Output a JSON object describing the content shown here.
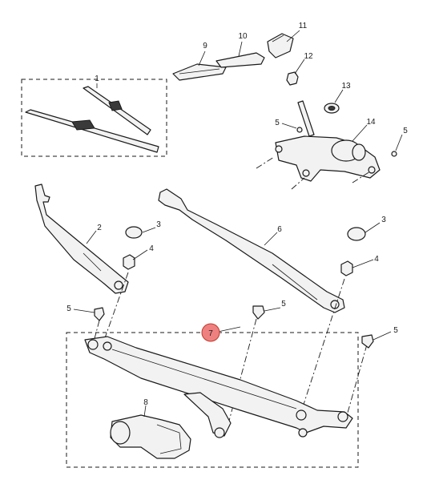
{
  "callouts": {
    "c1": "1",
    "c2": "2",
    "c3a": "3",
    "c3b": "3",
    "c4a": "4",
    "c4b": "4",
    "c5a": "5",
    "c5b": "5",
    "c5c": "5",
    "c5d": "5",
    "c5e": "5",
    "c6": "6",
    "c7": "7",
    "c8": "8",
    "c9": "9",
    "c10": "10",
    "c11": "11",
    "c12": "12",
    "c13": "13",
    "c14": "14"
  },
  "colors": {
    "highlight_fill": "#ee8080",
    "highlight_stroke": "#c0392b",
    "line": "#1a1a1a"
  }
}
